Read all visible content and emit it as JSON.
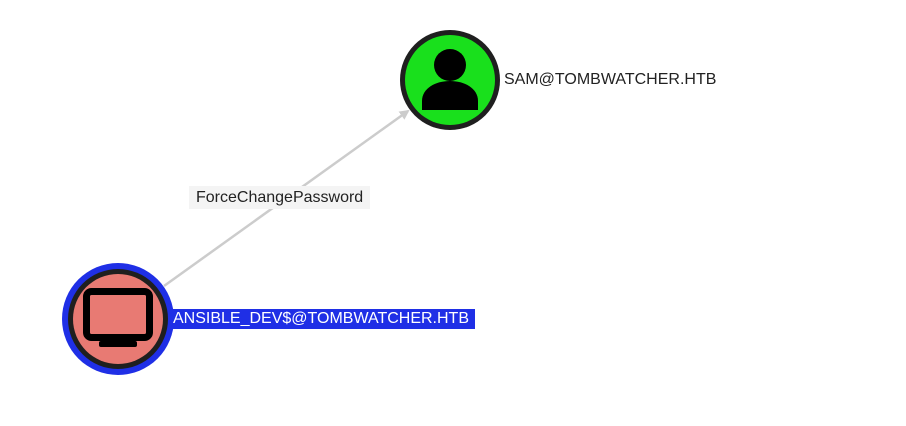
{
  "nodes": {
    "sam": {
      "label": "SAM@TOMBWATCHER.HTB",
      "type": "user",
      "icon": "user-icon",
      "fill_color": "#19e01c",
      "ring_color": "#1f1f1f"
    },
    "ansible_dev": {
      "label": "ANSIBLE_DEV$@TOMBWATCHER.HTB",
      "type": "computer",
      "icon": "computer-monitor-icon",
      "fill_color": "#e87a73",
      "ring_color": "#1f1f1f",
      "selected": true,
      "selection_color": "#1f2fe6",
      "label_highlight_color": "#1f2fe6"
    }
  },
  "edges": [
    {
      "label": "ForceChangePassword",
      "from": "ansible_dev",
      "to": "sam",
      "color": "#cccccc",
      "label_background": "#f4f4f4"
    }
  ]
}
